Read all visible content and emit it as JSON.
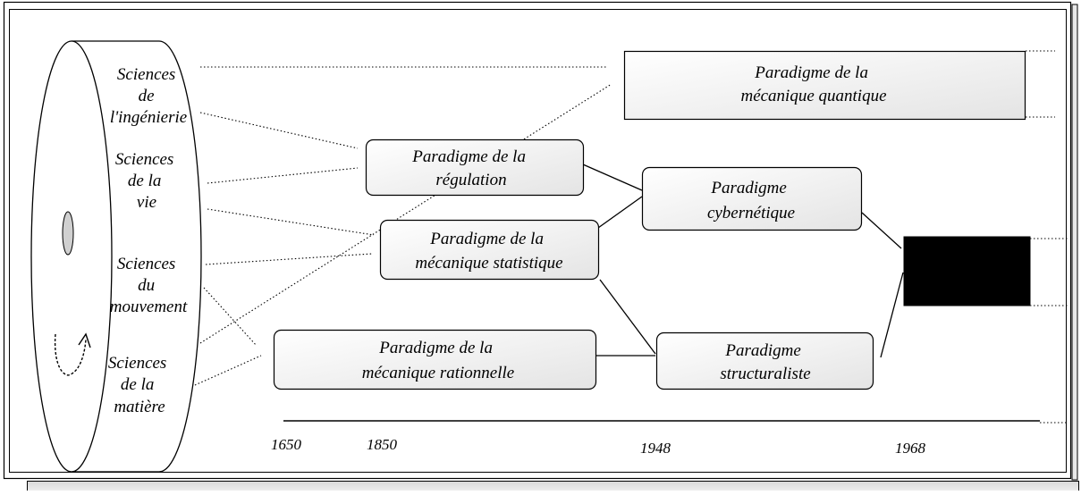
{
  "cylinder_labels": [
    [
      "Sciences",
      "de",
      "l'ingénierie"
    ],
    [
      "Sciences",
      "de la",
      "vie"
    ],
    [
      "Sciences",
      "du",
      "mouvement"
    ],
    [
      "Sciences",
      "de la",
      "matière"
    ]
  ],
  "paradigms": {
    "quantique": [
      "Paradigme de la",
      "mécanique quantique"
    ],
    "regulation": [
      "Paradigme de la",
      "régulation"
    ],
    "cybernetique": [
      "Paradigme",
      "cybernétique"
    ],
    "statistique": [
      "Paradigme de la",
      "mécanique statistique"
    ],
    "rationnelle": [
      "Paradigme de la",
      "mécanique rationnelle"
    ],
    "structuraliste": [
      "Paradigme",
      "structuraliste"
    ]
  },
  "timeline": {
    "years": [
      "1650",
      "1850",
      "1948",
      "1968"
    ]
  },
  "colors": {
    "line": "#000000",
    "box_fill_start": "#ffffff",
    "box_fill_end": "#e6e6e6",
    "hidden_box": "#000000",
    "background": "#ffffff"
  }
}
